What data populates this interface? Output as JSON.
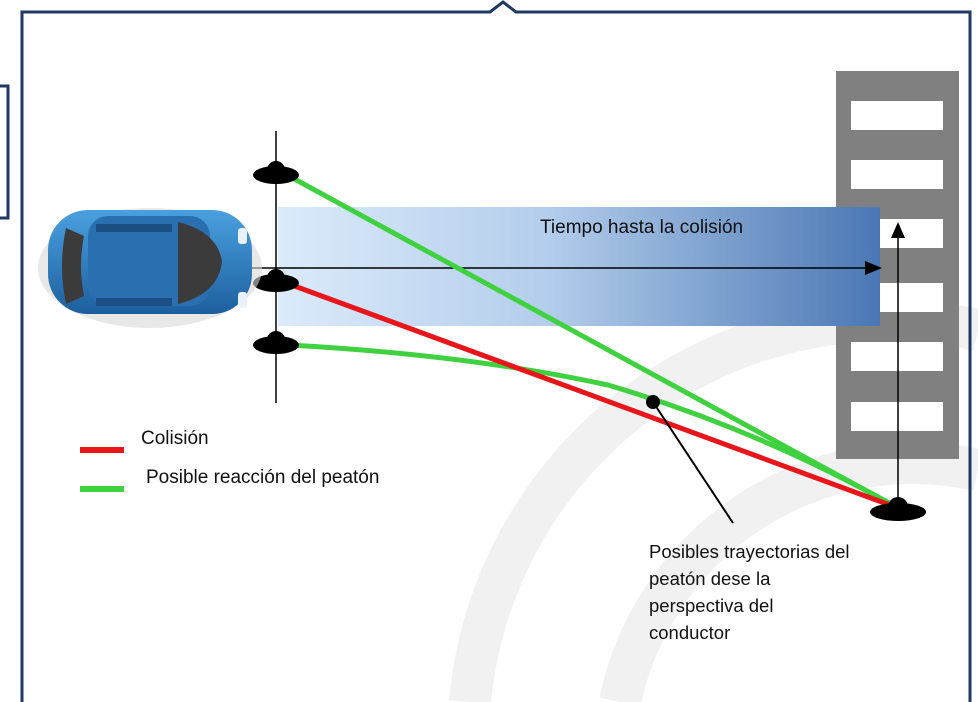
{
  "diagram": {
    "bar_label": "Tiempo hasta la colisión",
    "legend": [
      {
        "label": "Colisión",
        "color": "#e8151b"
      },
      {
        "label": "Posible reacción del peatón",
        "color": "#3fd13f"
      }
    ],
    "annotation_lines": [
      "Posibles trayectorias del",
      "peatón dese la",
      "perspectiva del",
      "conductor"
    ],
    "colors": {
      "frame": "#1f3864",
      "bar_start": "#dcebfb",
      "bar_end": "#4a77b4",
      "crosswalk": "#808080",
      "car": "#2f7bbf"
    }
  }
}
